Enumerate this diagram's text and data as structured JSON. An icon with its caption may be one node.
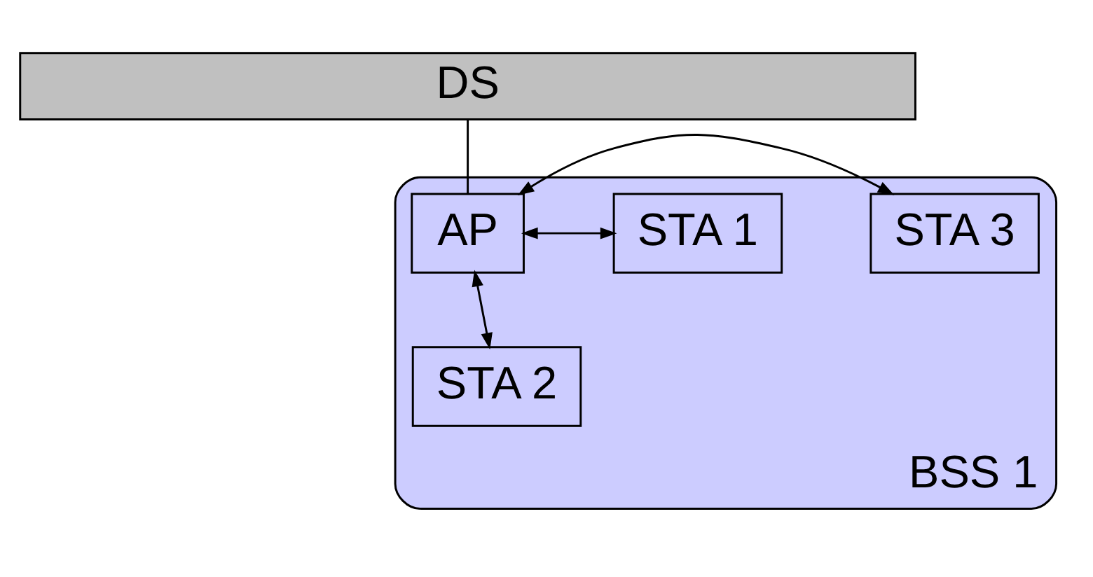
{
  "diagram": {
    "nodes": [
      {
        "text": [
          "DS"
        ]
      },
      {
        "text": [
          "BSS 1"
        ]
      },
      {
        "text": [
          "AP"
        ],
        "in": 1
      },
      {
        "text": [
          "STA 3"
        ],
        "in": 1
      },
      {
        "text": [
          "STA 1"
        ],
        "in": 1
      },
      {
        "text": [
          "STA 2"
        ],
        "in": 1
      }
    ],
    "edges": [
      {
        "from": 0,
        "to": 2,
        "arrow": "none"
      },
      {
        "from": 2,
        "to": 4,
        "arrow": "both"
      },
      {
        "from": 2,
        "to": 3,
        "arrow": "both"
      },
      {
        "from": 2,
        "to": 5,
        "arrow": "both"
      }
    ]
  }
}
